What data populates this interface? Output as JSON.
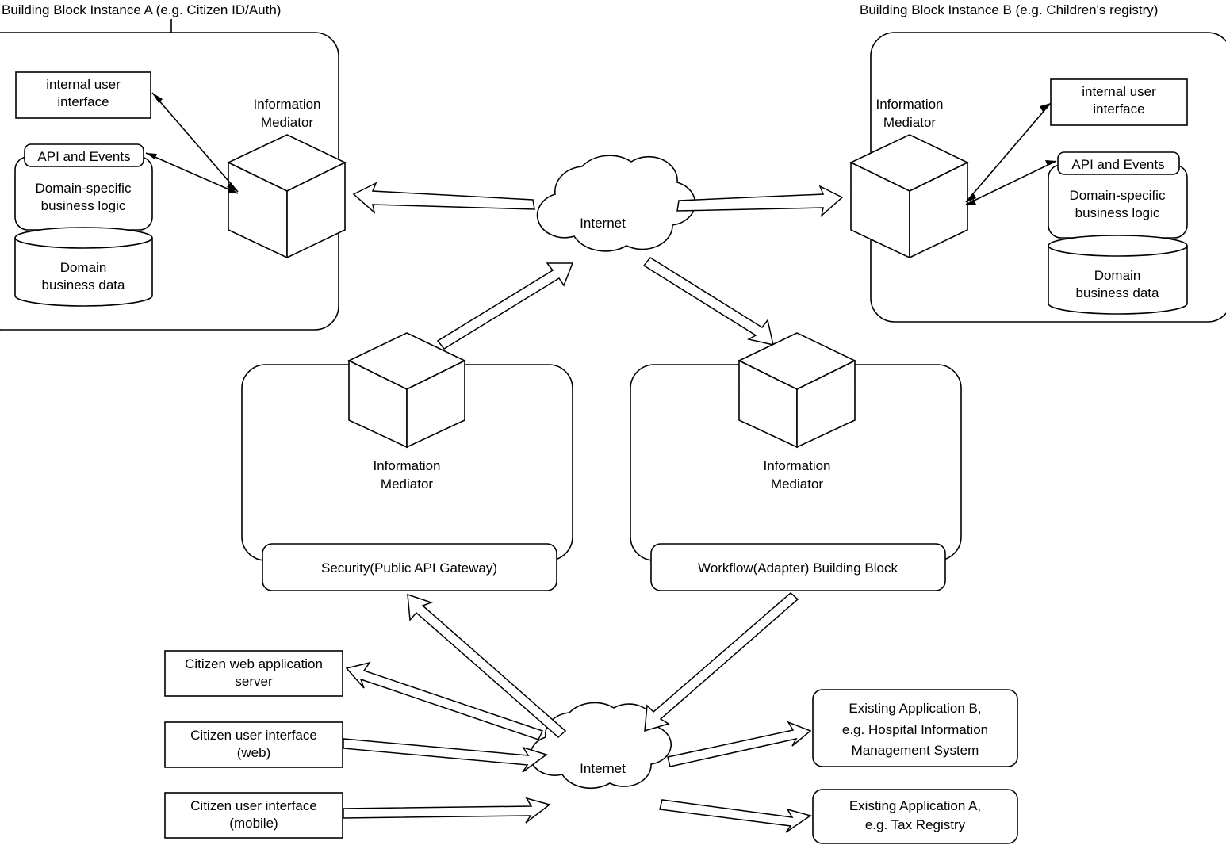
{
  "diagram": {
    "title_a": "Building Block Instance A (e.g. Citizen ID/Auth)",
    "title_b": "Building Block Instance B (e.g. Children's registry)",
    "internal_ui": "internal user interface",
    "internal_ui_l1": "internal user",
    "internal_ui_l2": "interface",
    "api_events": "API and Events",
    "business_logic_l1": "Domain-specific",
    "business_logic_l2": "business logic",
    "business_data_l1": "Domain",
    "business_data_l2": "business data",
    "mediator_l1": "Information",
    "mediator_l2": "Mediator",
    "internet": "Internet",
    "internet_bottom": "Internet",
    "security_block": "Security(Public API Gateway)",
    "workflow_block": "Workflow(Adapter) Building Block",
    "citizen_web_app_l1": "Citizen web application",
    "citizen_web_app_l2": "server",
    "citizen_ui_web_l1": "Citizen user interface",
    "citizen_ui_web_l2": "(web)",
    "citizen_ui_mobile_l1": "Citizen user interface",
    "citizen_ui_mobile_l2": "(mobile)",
    "existing_app_b_l1": "Existing Application B,",
    "existing_app_b_l2": "e.g. Hospital Information",
    "existing_app_b_l3": "Management System",
    "existing_app_a_l1": "Existing Application A,",
    "existing_app_a_l2": "e.g. Tax Registry",
    "colors": {
      "stroke": "#000000",
      "fill": "#ffffff",
      "text": "#000000"
    }
  }
}
